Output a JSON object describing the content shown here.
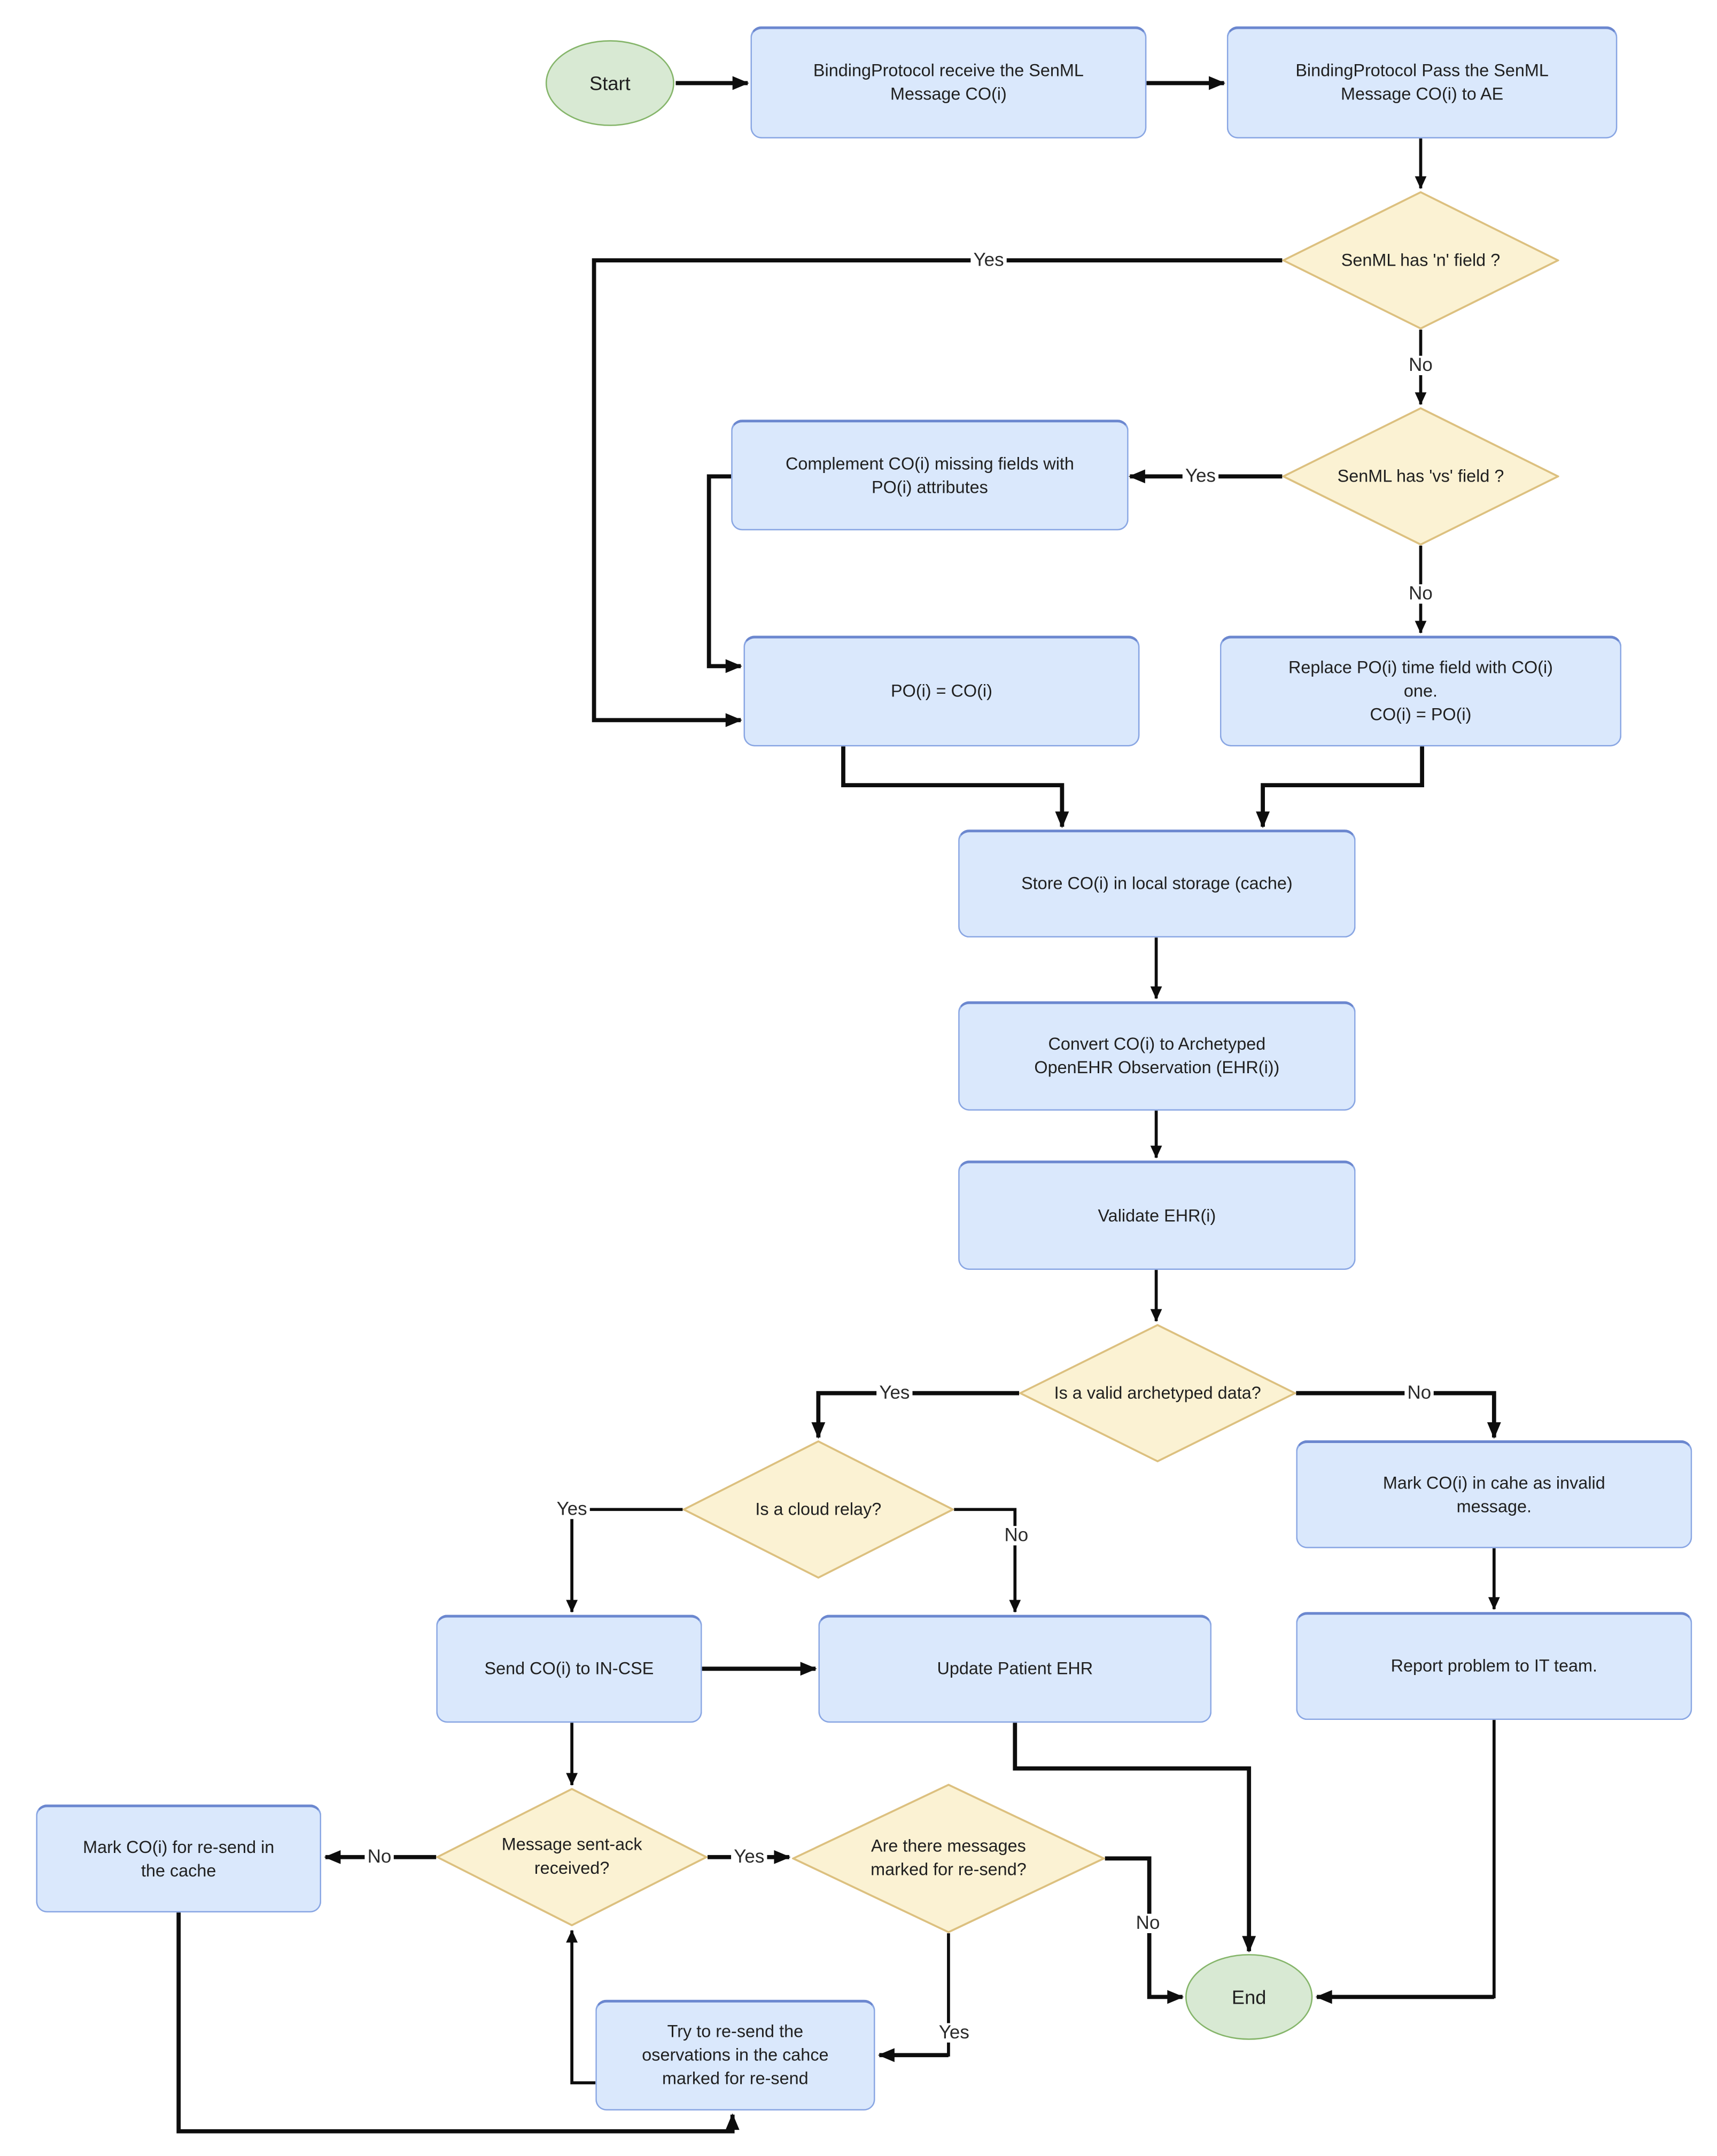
{
  "colors": {
    "process_fill": "#dae8fc",
    "process_border": "#89a6e3",
    "decision_fill": "#fbf2d3",
    "decision_border": "#dcc07f",
    "terminal_fill": "#d8e9d3",
    "terminal_border": "#85b56a",
    "connector": "#0d0d0d"
  },
  "nodes": {
    "start": {
      "label": "Start"
    },
    "receive": {
      "label": "BindingProtocol receive the SenML\nMessage CO(i)"
    },
    "pass_to_ae": {
      "label": "BindingProtocol Pass the SenML\nMessage CO(i) to AE"
    },
    "has_n_field": {
      "label": "SenML has 'n' field ?"
    },
    "has_vs_field": {
      "label": "SenML has 'vs' field ?"
    },
    "complement": {
      "label": "Complement CO(i) missing fields with\nPO(i) attributes"
    },
    "po_equals_co": {
      "label": "PO(i) = CO(i)"
    },
    "replace_time": {
      "label": "Replace PO(i) time field with CO(i)\none.\nCO(i) = PO(i)"
    },
    "store_cache": {
      "label": "Store CO(i) in local storage (cache)"
    },
    "convert_ehr": {
      "label": "Convert CO(i) to Archetyped\nOpenEHR Observation (EHR(i))"
    },
    "validate_ehr": {
      "label": "Validate EHR(i)"
    },
    "is_valid_archetyped": {
      "label": "Is a valid archetyped data?"
    },
    "is_cloud_relay": {
      "label": "Is a cloud relay?"
    },
    "send_in_cse": {
      "label": "Send CO(i) to IN-CSE"
    },
    "update_patient_ehr": {
      "label": "Update Patient EHR"
    },
    "mark_invalid": {
      "label": "Mark CO(i) in cahe as invalid\nmessage."
    },
    "report_it_team": {
      "label": "Report problem to IT team."
    },
    "sent_ack_received": {
      "label": "Message sent-ack\nreceived?"
    },
    "mark_resend": {
      "label": "Mark CO(i) for re-send in\nthe cache"
    },
    "messages_marked_resend": {
      "label": "Are there messages\nmarked for re-send?"
    },
    "try_resend": {
      "label": "Try to re-send the\noservations in the cahce\nmarked for re-send"
    },
    "end": {
      "label": "End"
    }
  },
  "edge_labels": {
    "has_n_yes": "Yes",
    "has_n_no": "No",
    "has_vs_yes": "Yes",
    "has_vs_no": "No",
    "valid_yes": "Yes",
    "valid_no": "No",
    "relay_yes": "Yes",
    "relay_no": "No",
    "ack_yes": "Yes",
    "ack_no": "No",
    "resend_yes": "Yes",
    "resend_no": "No"
  }
}
